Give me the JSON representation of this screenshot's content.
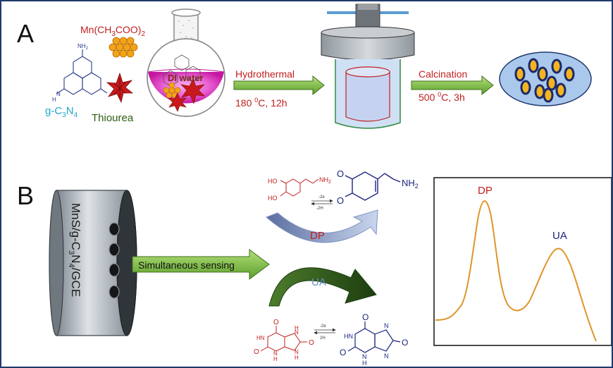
{
  "panel_a": {
    "letter": "A",
    "mn_acetate": {
      "pre": "Mn(CH",
      "s1": "3",
      "mid": "COO)",
      "s2": "2"
    },
    "nh2_top": "NH",
    "nh2_top_sub": "2",
    "nh_left": "H",
    "nh_left_n": "N",
    "gc3n4": {
      "pre": "g-C",
      "s1": "3",
      "mid": "N",
      "s2": "4"
    },
    "thiourea": "Thiourea",
    "di_water": "DI water",
    "step1": {
      "label": "Hydrothermal",
      "cond_pre": "180 ",
      "cond_sup": "0",
      "cond_post": "C, 12h"
    },
    "step2": {
      "label": "Calcination",
      "cond_pre": "500 ",
      "cond_sup": "0",
      "cond_post": "C, 3h"
    }
  },
  "panel_b": {
    "letter": "B",
    "electrode": {
      "p1": "MnS/g-C",
      "s1": "3",
      "p2": "N",
      "s2": "4",
      "p3": "/GCE"
    },
    "arrow_label": "Simultaneous sensing",
    "dp": {
      "label": "DP",
      "ho1": "HO",
      "ho2": "HO",
      "nh2": "NH",
      "nh2_sub": "2",
      "o1": "O",
      "o2": "O",
      "product_nh2": "NH",
      "product_nh2_sub": "2",
      "e_label": "-2e",
      "h_label": "-2H"
    },
    "ua": {
      "label": "UA",
      "e_label": "-2e",
      "h_label": "2H",
      "atoms_left": {
        "o_top": "O",
        "o_left": "O",
        "o_right": "O",
        "hn": "HN",
        "h1": "H",
        "n1": "N",
        "h2": "H",
        "n2": "N",
        "h3": "H",
        "n3": "N",
        "h4": "H",
        "n4": "N"
      },
      "atoms_right": {
        "o_top": "O",
        "o_left": "O",
        "o_right": "O",
        "hn": "HN",
        "n1": "N",
        "n2": "N",
        "h": "H",
        "n3": "N",
        "n4": "N"
      }
    },
    "voltammogram": {
      "peak1_label": "DP",
      "peak2_label": "UA"
    }
  },
  "colors": {
    "frame": "#1f3a6e",
    "red_text": "#c0201e",
    "navy_text": "#1a237e",
    "cyan_text": "#1fa6c9",
    "green_text": "#2e5e12",
    "green_arrow": "#7cc13a",
    "curve": "#e0952a",
    "blue_arrow": "#8ea4cf",
    "dark_green_arrow": "#2f5a1c"
  }
}
